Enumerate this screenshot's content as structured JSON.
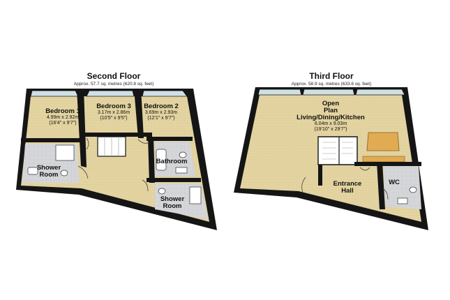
{
  "floors": [
    {
      "title": "Second Floor",
      "area": "Approx. 57.7 sq. metres (620.8 sq. feet)",
      "rooms": [
        {
          "name": "Bedroom 1",
          "metric": "4.99m x 2.92m",
          "imperial": "(16'4\" x 9'7\")"
        },
        {
          "name": "Bedroom 3",
          "metric": "3.17m x 2.86m",
          "imperial": "(10'5\" x 9'5\")"
        },
        {
          "name": "Bedroom 2",
          "metric": "3.69m x 2.93m",
          "imperial": "(12'1\" x 9'7\")"
        },
        {
          "name": "Shower\nRoom"
        },
        {
          "name": "Bathroom"
        },
        {
          "name": "Shower\nRoom"
        }
      ]
    },
    {
      "title": "Third Floor",
      "area": "Approx. 58.9 sq. metres (633.6 sq. feet)",
      "rooms": [
        {
          "name": "Open\nPlan\nLiving/Dining/Kitchen",
          "metric": "6.04m x 9.03m",
          "imperial": "(19'10\" x 29'7\")"
        },
        {
          "name": "Entrance\nHall"
        },
        {
          "name": "WC"
        }
      ]
    }
  ],
  "colors": {
    "wall": "#151515",
    "floor_tan": "#e2d3a0",
    "floor_grey": "#d7d8da",
    "worktop": "#e0ab52",
    "glazing": "#cfe0e4"
  }
}
